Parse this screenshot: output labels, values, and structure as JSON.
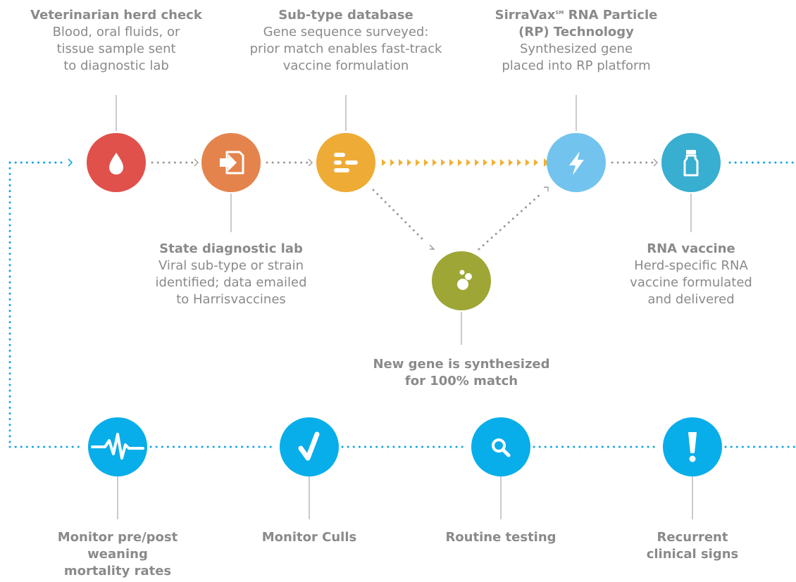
{
  "colors": {
    "red": "#e0514b",
    "orange": "#e4844c",
    "yellow": "#eeab35",
    "lightblue": "#72c4ee",
    "teal": "#38aed0",
    "olive": "#9ea636",
    "blue": "#08aee9",
    "gray_dot": "#9c9c9c",
    "orange_arrow": "#f2b032",
    "text": "#8a8a8a"
  },
  "nodes": {
    "herd_check": {
      "icon": "blood-drop-icon",
      "color": "red"
    },
    "state_lab": {
      "icon": "lab-report-icon",
      "color": "orange"
    },
    "database": {
      "icon": "database-lines-icon",
      "color": "yellow"
    },
    "rp_tech": {
      "icon": "lightning-bolt-icon",
      "color": "lightblue"
    },
    "rna_vaccine": {
      "icon": "vial-icon",
      "color": "teal"
    },
    "new_gene": {
      "icon": "cells-icon",
      "color": "olive"
    },
    "monitor_mortality": {
      "icon": "heartbeat-icon",
      "color": "blue"
    },
    "monitor_culls": {
      "icon": "checkmark-icon",
      "color": "blue"
    },
    "routine_testing": {
      "icon": "magnifier-icon",
      "color": "blue"
    },
    "recurrent_signs": {
      "icon": "exclamation-icon",
      "color": "blue"
    }
  },
  "labels": {
    "herd_check": {
      "title": "Veterinarian herd check",
      "desc": [
        "Blood, oral fluids, or",
        "tissue sample sent",
        "to diagnostic lab"
      ]
    },
    "database": {
      "title": "Sub-type database",
      "desc": [
        "Gene sequence surveyed:",
        "prior match enables fast-track",
        "vaccine formulation"
      ]
    },
    "rp_tech": {
      "title_pre": "SirraVax",
      "title_sup": "SM",
      "title_post": " RNA Particle",
      "title_line2": "(RP) Technology",
      "desc": [
        "Synthesized gene",
        "placed into RP platform"
      ]
    },
    "state_lab": {
      "title": "State diagnostic lab",
      "desc": [
        "Viral sub-type or strain",
        "identified; data emailed",
        "to Harrisvaccines"
      ]
    },
    "rna_vaccine": {
      "title": "RNA vaccine",
      "desc": [
        "Herd-specific RNA",
        "vaccine formulated",
        "and delivered"
      ]
    },
    "new_gene": {
      "title": [
        "New gene is synthesized",
        "for 100% match"
      ]
    },
    "monitor_mortality": {
      "title": [
        "Monitor pre/post",
        "weaning",
        "mortality rates"
      ]
    },
    "monitor_culls": {
      "title": [
        "Monitor Culls"
      ]
    },
    "routine_testing": {
      "title": [
        "Routine testing"
      ]
    },
    "recurrent_signs": {
      "title": [
        "Recurrent",
        "clinical signs"
      ]
    }
  }
}
